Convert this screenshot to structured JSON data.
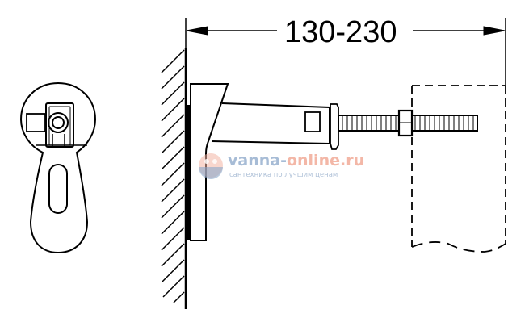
{
  "diagram": {
    "type": "technical-installation-drawing",
    "dimension": {
      "label": "130-230",
      "unit_implied": "mm"
    },
    "views": [
      {
        "name": "front-view",
        "description": "keyhole-shaped wall bracket with square clamp and round bolt hole, oval slot below"
      },
      {
        "name": "side-view",
        "description": "bracket mounted to hatched wall with threaded rod, nut, and dashed outline of fixture"
      }
    ],
    "watermark": {
      "brand_main": "vanna-",
      "brand_accent": "online.ru",
      "tagline": "сантехника по лучшим ценам"
    },
    "colors": {
      "line": "#000000",
      "background": "#ffffff",
      "watermark_blue": "#8aa6c9",
      "watermark_red": "#f0a08a"
    }
  }
}
